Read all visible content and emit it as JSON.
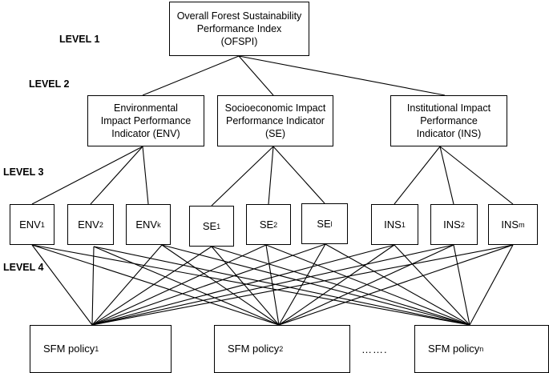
{
  "levels": {
    "l1": "LEVEL 1",
    "l2": "LEVEL 2",
    "l3": "LEVEL 3",
    "l4": "LEVEL 4"
  },
  "root": {
    "line1": "Overall Forest Sustainability",
    "line2": "Performance Index",
    "line3": "(OFSPI)"
  },
  "level2": {
    "env": {
      "line1": "Environmental",
      "line2": "Impact Performance",
      "line3": "Indicator (ENV)"
    },
    "se": {
      "line1": "Socioeconomic Impact",
      "line2": "Performance Indicator",
      "line3": "(SE)"
    },
    "ins": {
      "line1": "Institutional Impact",
      "line2": "Performance",
      "line3": "Indicator (INS)"
    }
  },
  "level3": [
    {
      "main": "ENV",
      "sub": "1"
    },
    {
      "main": "ENV",
      "sub": "2"
    },
    {
      "main": "ENV",
      "sub": "k"
    },
    {
      "main": "SE",
      "sub": "1"
    },
    {
      "main": "SE",
      "sub": "2"
    },
    {
      "main": "SE",
      "sub": "l"
    },
    {
      "main": "INS",
      "sub": "1"
    },
    {
      "main": "INS",
      "sub": "2"
    },
    {
      "main": "INS",
      "sub": "m"
    }
  ],
  "policies": [
    {
      "main": "SFM policy",
      "sub": "1"
    },
    {
      "main": "SFM policy ",
      "sub": "2"
    },
    {
      "main": "SFM policy ",
      "sub": "n"
    }
  ],
  "ellipsis": "……."
}
